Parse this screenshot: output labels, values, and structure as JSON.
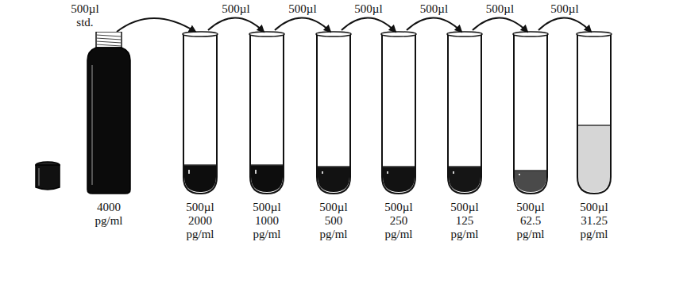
{
  "diagram": {
    "nodes": [
      {
        "text": [
          "4000 pg/ml"
        ]
      },
      {
        "text": [
          "500µl 2000 pg/ml"
        ]
      },
      {
        "text": [
          "500µl 1000 pg/ml"
        ]
      },
      {
        "text": [
          "500µl 500 pg/ml"
        ]
      },
      {
        "text": [
          "500µl 250 pg/ml"
        ]
      },
      {
        "text": [
          "500µl 125 pg/ml"
        ]
      },
      {
        "text": [
          "500µl 62.5 pg/ml"
        ]
      },
      {
        "text": [
          "500µl 31.25 pg/ml"
        ]
      }
    ],
    "edges": [
      {
        "from": 0,
        "to": 1,
        "arrow": "to",
        "label": "500µl std."
      },
      {
        "from": 1,
        "to": 2,
        "arrow": "to",
        "label": "500µl"
      },
      {
        "from": 2,
        "to": 3,
        "arrow": "to",
        "label": "500µl"
      },
      {
        "from": 3,
        "to": 4,
        "arrow": "to",
        "label": "500µl"
      },
      {
        "from": 4,
        "to": 5,
        "arrow": "to",
        "label": "500µl"
      },
      {
        "from": 5,
        "to": 6,
        "arrow": "to",
        "label": "500µl"
      },
      {
        "from": 6,
        "to": 7,
        "arrow": "to",
        "label": "500µl"
      }
    ]
  }
}
